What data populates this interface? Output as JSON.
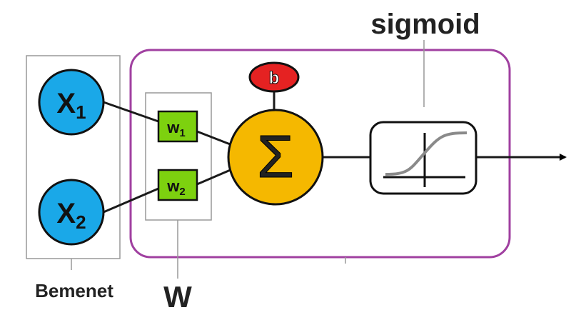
{
  "labels": {
    "sigmoid": "sigmoid",
    "input_group": "Bemenet",
    "weights_group": "W"
  },
  "inputs": [
    {
      "main": "X",
      "sub": "1"
    },
    {
      "main": "X",
      "sub": "2"
    }
  ],
  "weights": [
    {
      "main": "w",
      "sub": "1"
    },
    {
      "main": "w",
      "sub": "2"
    }
  ],
  "bias": "b",
  "sum_symbol": "Σ",
  "colors": {
    "input_node": "#1aa8e8",
    "weight_box": "#7dd10f",
    "sum_node": "#f5b800",
    "bias_node": "#e52222",
    "neuron_frame": "#a040a0",
    "group_frame": "#999999",
    "sigmoid_curve": "#8a8a8a"
  }
}
